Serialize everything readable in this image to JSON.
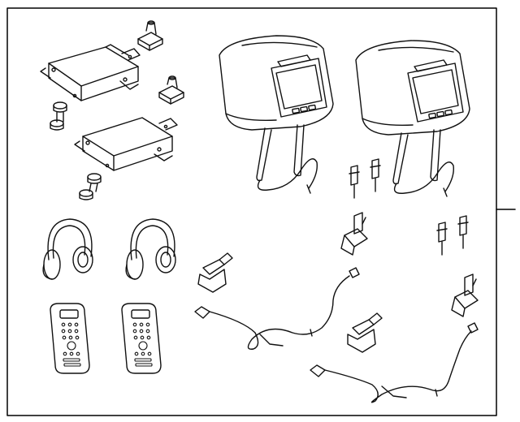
{
  "diagram": {
    "type": "parts-exploded-view",
    "border_color": "#000000",
    "line_color": "#111111",
    "background": "#ffffff",
    "parts": [
      {
        "id": "dvd-control-module-upper",
        "icon": "control-module-icon"
      },
      {
        "id": "dvd-control-module-lower",
        "icon": "control-module-icon"
      },
      {
        "id": "mounting-bracket",
        "icon": "bracket-icon"
      },
      {
        "id": "mounting-bolt",
        "icon": "bolt-icon"
      },
      {
        "id": "headrest-monitor-left",
        "icon": "headrest-monitor-icon"
      },
      {
        "id": "headrest-monitor-right",
        "icon": "headrest-monitor-icon"
      },
      {
        "id": "wireless-headphones",
        "icon": "headphones-icon"
      },
      {
        "id": "remote-control",
        "icon": "remote-icon"
      },
      {
        "id": "headrest-guide-clip",
        "icon": "clip-icon"
      },
      {
        "id": "connector-bracket",
        "icon": "bracket-icon"
      },
      {
        "id": "wiring-harness",
        "icon": "harness-icon"
      }
    ]
  }
}
